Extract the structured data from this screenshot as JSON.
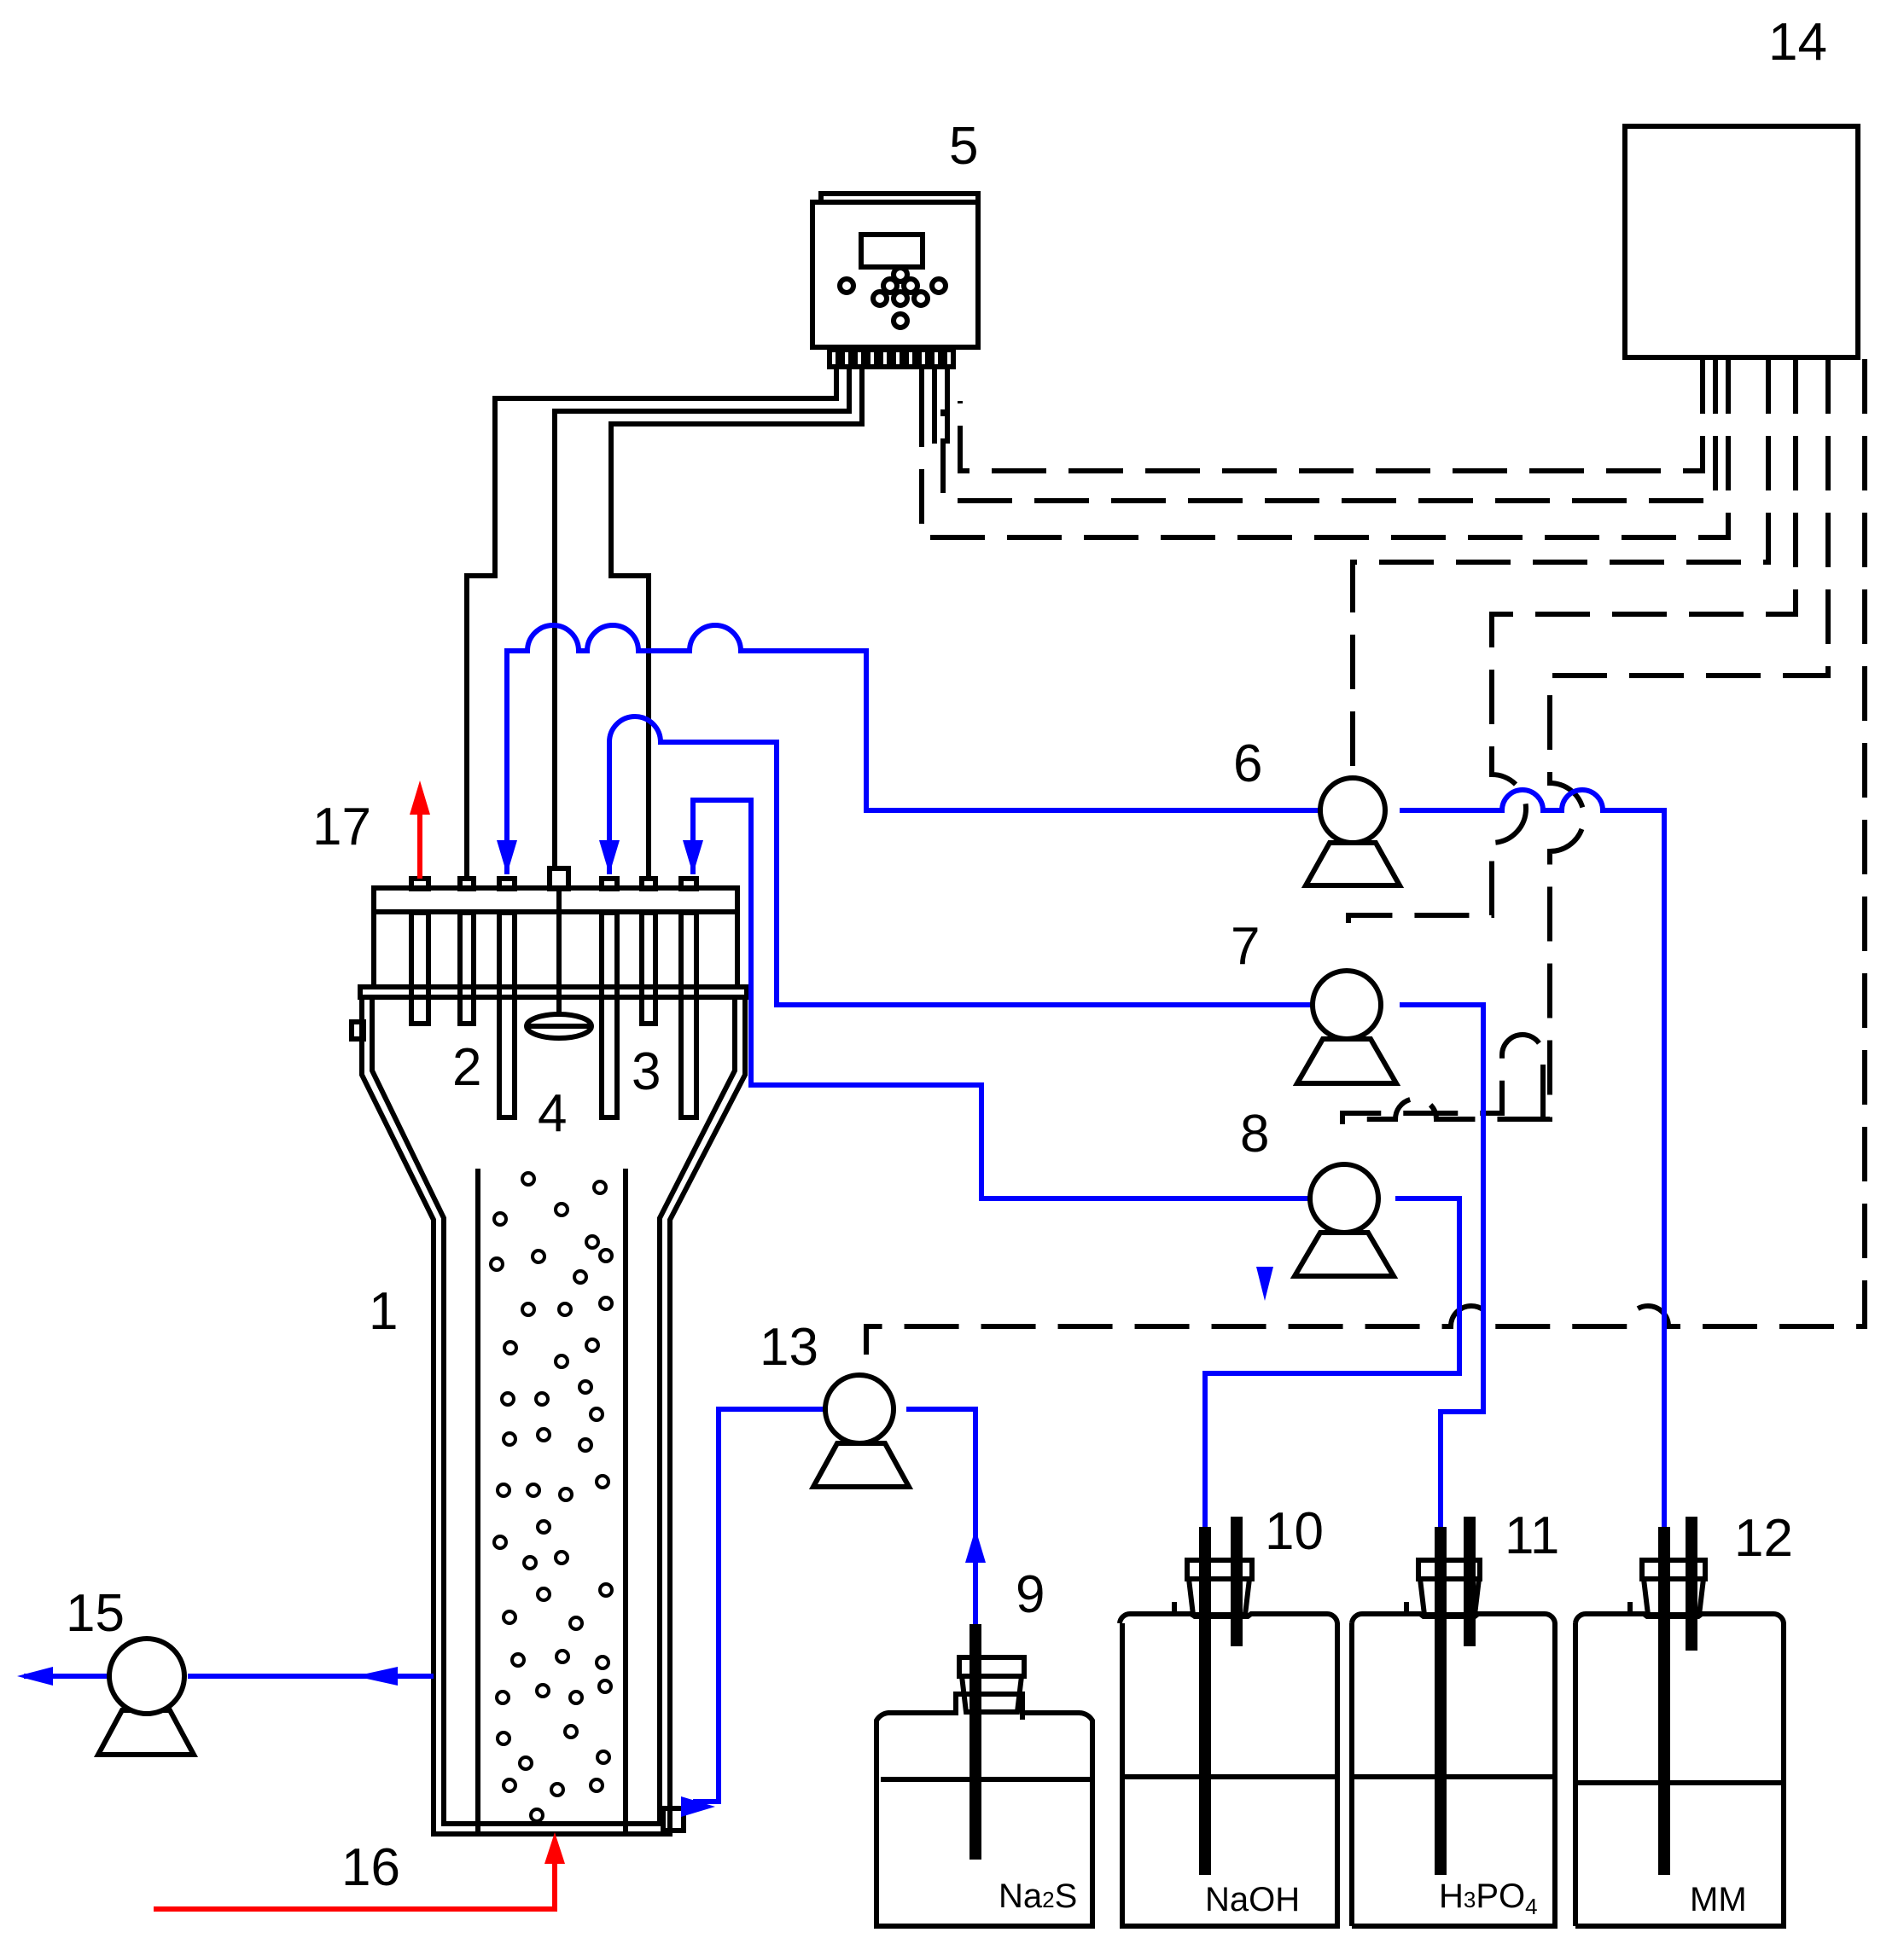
{
  "labels": {
    "n1": "1",
    "n2": "2",
    "n3": "3",
    "n4": "4",
    "n5": "5",
    "n6": "6",
    "n7": "7",
    "n8": "8",
    "n9": "9",
    "n10": "10",
    "n11": "11",
    "n12": "12",
    "n13": "13",
    "n14": "14",
    "n15": "15",
    "n16": "16",
    "n17": "17"
  },
  "bottles": {
    "na2s": {
      "main": "Na",
      "sub": "2",
      "tail": "S"
    },
    "naoh": "NaOH",
    "h3po4": {
      "h": "H",
      "three": "3",
      "po": "PO",
      "four": "4"
    },
    "mm": "MM"
  },
  "colors": {
    "liquid_line": "#0000ff",
    "gas_line": "#ff0000",
    "signal_line": "#000000"
  }
}
